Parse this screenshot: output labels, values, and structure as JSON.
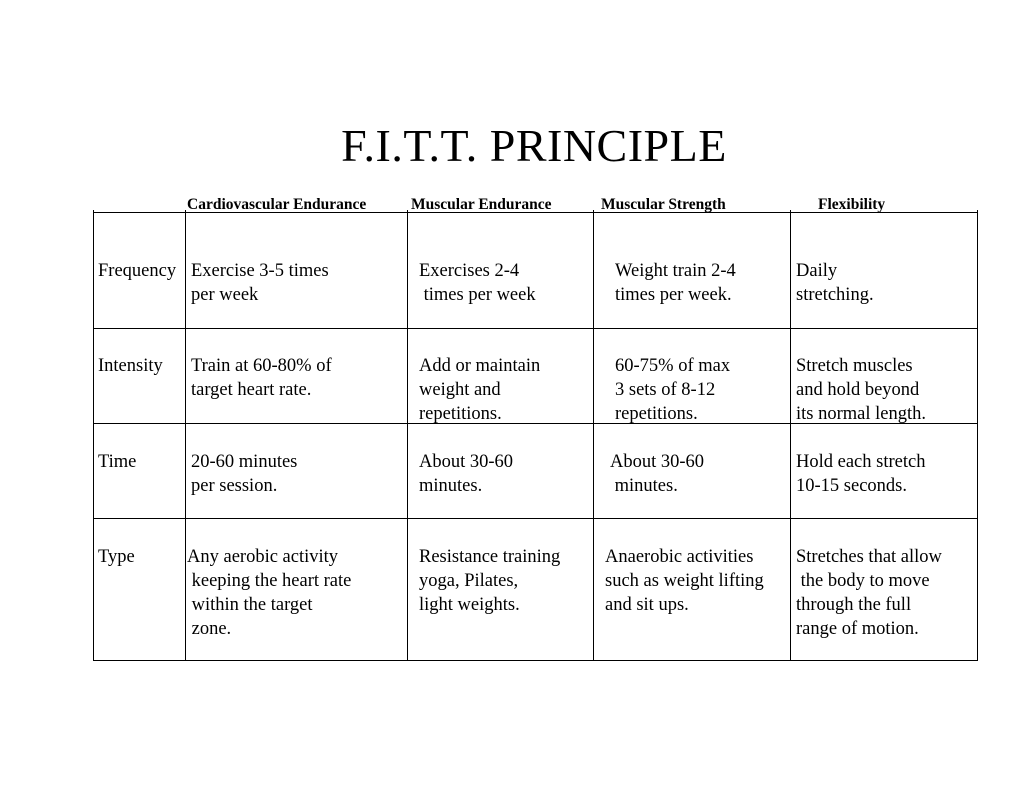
{
  "title": "F.I.T.T. PRINCIPLE",
  "columns": [
    "Cardiovascular Endurance",
    "Muscular  Endurance",
    "Muscular Strength",
    "Flexibility"
  ],
  "rows": [
    {
      "label": "Frequency",
      "cells": [
        "Exercise 3-5 times\nper week",
        "Exercises 2-4\n times per week",
        "Weight train 2-4\ntimes per week.",
        "Daily\nstretching."
      ]
    },
    {
      "label": "Intensity",
      "cells": [
        "Train at 60-80% of\ntarget heart rate.",
        "Add or maintain\nweight and\nrepetitions.",
        "60-75% of max\n3 sets of 8-12\nrepetitions.",
        "Stretch muscles\nand hold beyond\nits normal length."
      ]
    },
    {
      "label": "Time",
      "cells": [
        "20-60 minutes\nper session.",
        "About 30-60\nminutes.",
        "About 30-60\n minutes.",
        "Hold each stretch\n10-15 seconds."
      ]
    },
    {
      "label": "Type",
      "cells": [
        "Any aerobic activity\n keeping the heart rate\n within the target\n zone.",
        "Resistance training\nyoga, Pilates,\nlight weights.",
        "Anaerobic activities\nsuch as weight lifting\nand sit ups.",
        "Stretches that allow\n the body to move\nthrough the full\nrange of motion."
      ]
    }
  ]
}
